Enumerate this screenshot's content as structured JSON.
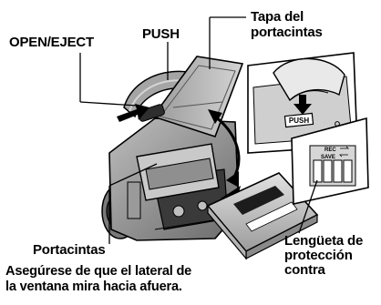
{
  "labels": {
    "open_eject": "OPEN/EJECT",
    "push": "PUSH",
    "tapa_line1": "Tapa del",
    "tapa_line2": "portacintas",
    "portacintas": "Portacintas",
    "lengueta_line1": "Lengüeta de",
    "lengueta_line2": "protección",
    "lengueta_line3": "contra",
    "asegurese_line1": "Asegúrese de que el lateral de",
    "asegurese_line2": "la ventana mira hacia afuera."
  },
  "inset_push": {
    "button_text": "PUSH"
  },
  "cassette": {
    "rec_text": "REC",
    "save_text": "SAVE"
  },
  "colors": {
    "ink": "#000000",
    "shade_dark": "#6e6e6e",
    "shade_mid": "#a9a9a9",
    "shade_light": "#d9d9d9",
    "paper": "#ffffff"
  }
}
